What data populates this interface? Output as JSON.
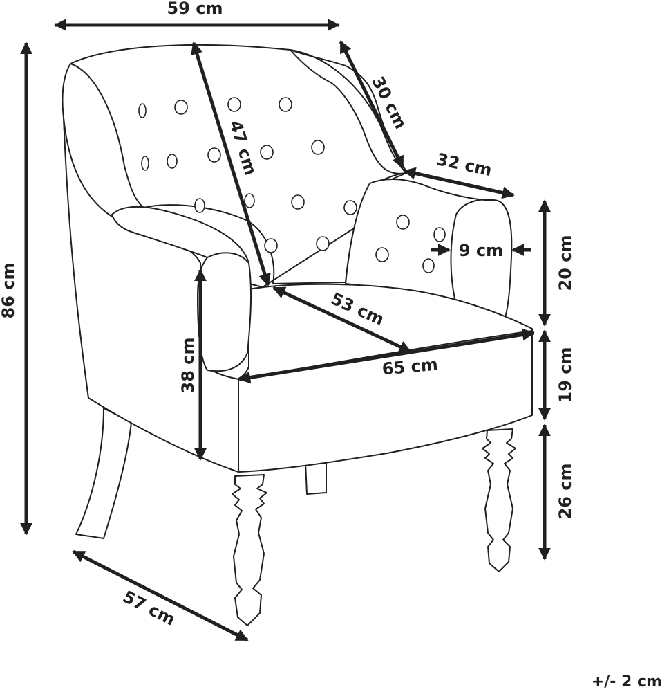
{
  "dimensions": {
    "width_top": "59 cm",
    "height_total": "86 cm",
    "backrest_height": "47 cm",
    "back_depth": "30 cm",
    "armrest_depth": "32 cm",
    "armrest_width": "9 cm",
    "armrest_height": "20 cm",
    "seat_depth": "53 cm",
    "seat_width": "65 cm",
    "seat_from_arm": "38 cm",
    "seat_thickness": "19 cm",
    "leg_height": "26 cm",
    "depth_bottom": "57 cm"
  },
  "tolerance": "+/- 2 cm",
  "colors": {
    "line": "#231f20",
    "background": "#ffffff"
  }
}
